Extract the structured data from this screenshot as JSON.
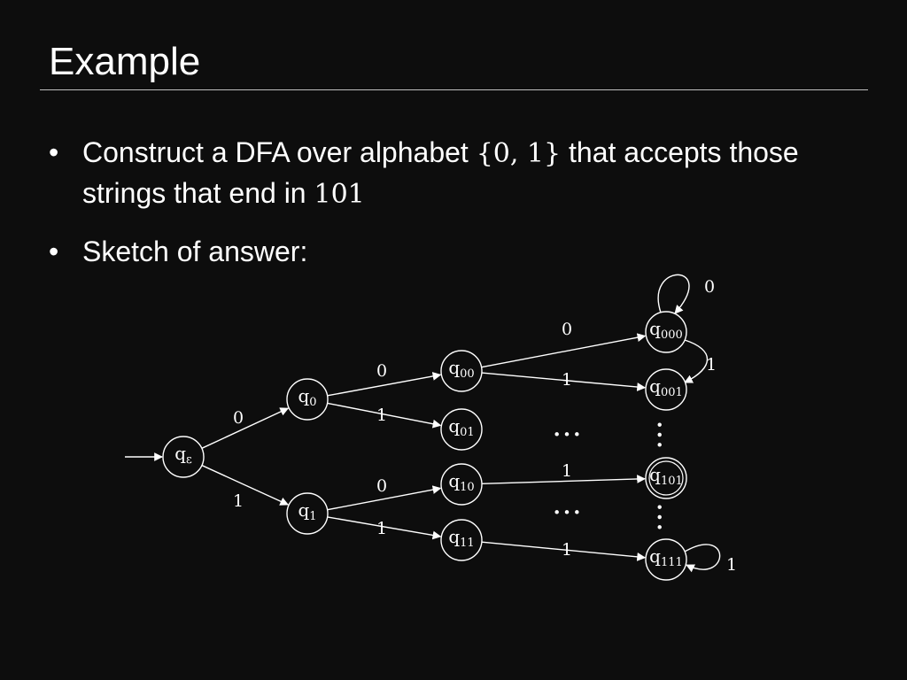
{
  "slide": {
    "title": "Example",
    "bullets": [
      {
        "text_before": "Construct a DFA over alphabet ",
        "math_alphabet": "{0, 1}",
        "text_middle": " that accepts those strings that end in ",
        "math_suffix": "101"
      },
      {
        "text": "Sketch of answer:"
      }
    ],
    "bullet_glyph": "•"
  },
  "diagram": {
    "states": [
      {
        "id": "qe",
        "label": "q",
        "sub": "ε"
      },
      {
        "id": "q0",
        "label": "q",
        "sub": "0"
      },
      {
        "id": "q1",
        "label": "q",
        "sub": "1"
      },
      {
        "id": "q00",
        "label": "q",
        "sub": "00"
      },
      {
        "id": "q01",
        "label": "q",
        "sub": "01"
      },
      {
        "id": "q10",
        "label": "q",
        "sub": "10"
      },
      {
        "id": "q11",
        "label": "q",
        "sub": "11"
      },
      {
        "id": "q000",
        "label": "q",
        "sub": "000"
      },
      {
        "id": "q001",
        "label": "q",
        "sub": "001"
      },
      {
        "id": "q101",
        "label": "q",
        "sub": "101",
        "accepting": true
      },
      {
        "id": "q111",
        "label": "q",
        "sub": "111"
      }
    ],
    "transitions": [
      {
        "from": "qe",
        "to": "q0",
        "symbol": "0"
      },
      {
        "from": "qe",
        "to": "q1",
        "symbol": "1"
      },
      {
        "from": "q0",
        "to": "q00",
        "symbol": "0"
      },
      {
        "from": "q0",
        "to": "q01",
        "symbol": "1"
      },
      {
        "from": "q1",
        "to": "q10",
        "symbol": "0"
      },
      {
        "from": "q1",
        "to": "q11",
        "symbol": "1"
      },
      {
        "from": "q00",
        "to": "q000",
        "symbol": "0"
      },
      {
        "from": "q00",
        "to": "q001",
        "symbol": "1"
      },
      {
        "from": "q10",
        "to": "q101",
        "symbol": "1"
      },
      {
        "from": "q11",
        "to": "q111",
        "symbol": "1"
      },
      {
        "from": "q000",
        "to": "q000",
        "symbol": "0"
      },
      {
        "from": "q000",
        "to": "q001",
        "symbol": "1"
      },
      {
        "from": "q111",
        "to": "q111",
        "symbol": "1"
      }
    ],
    "start_state": "qe",
    "ellipsis": "…"
  },
  "colors": {
    "background": "#0d0d0d",
    "foreground": "#ffffff",
    "rule": "#bfbfbf"
  }
}
